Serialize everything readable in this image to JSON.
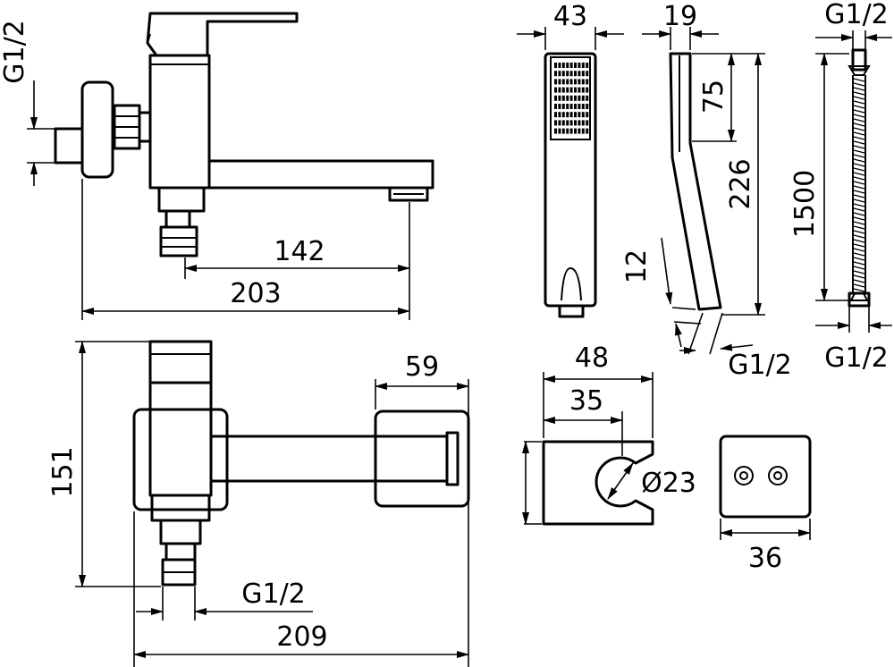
{
  "dimensions": {
    "faucet_side": {
      "inlet_thread": "G1/2",
      "spout_reach": "142",
      "overall_length": "203"
    },
    "faucet_top": {
      "height": "151",
      "wall_plate": "59",
      "outlet_thread": "G1/2",
      "overall_length": "209"
    },
    "hand_shower": {
      "head_width": "43",
      "thickness": "19",
      "head_length": "75",
      "total_length": "226",
      "tip": "12",
      "thread": "G1/2"
    },
    "hose": {
      "thread_top": "G1/2",
      "length": "1500",
      "thread_bottom": "G1/2"
    },
    "holder": {
      "width": "48",
      "slot_width": "35",
      "slot_diameter": "Ø23"
    },
    "mount_block": {
      "width": "36"
    }
  }
}
